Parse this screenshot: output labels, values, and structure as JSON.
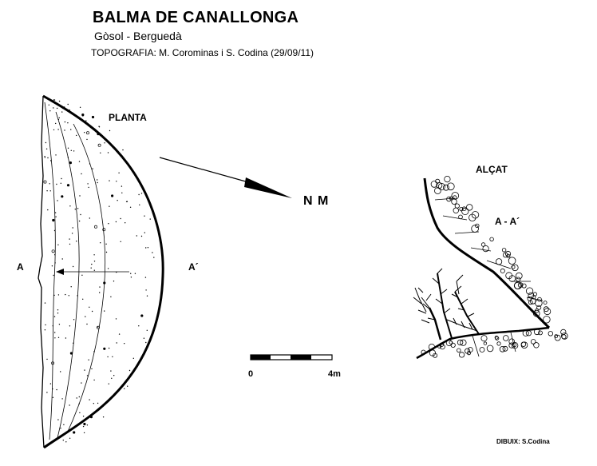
{
  "header": {
    "title": "BALMA DE CANALLONGA",
    "subtitle": "Gòsol - Berguedà",
    "topography": "TOPOGRAFIA: M. Corominas i S. Codina  (29/09/11)"
  },
  "plan": {
    "label": "PLANTA",
    "section_start": "A",
    "section_end": "A´"
  },
  "north": {
    "label": "N M"
  },
  "elevation": {
    "label": "ALÇAT",
    "section_label": "A - A´"
  },
  "scale": {
    "min_label": "0",
    "max_label": "4m"
  },
  "credit": "DIBUIX: S.Codina",
  "colors": {
    "ink": "#000000",
    "paper": "#ffffff"
  }
}
